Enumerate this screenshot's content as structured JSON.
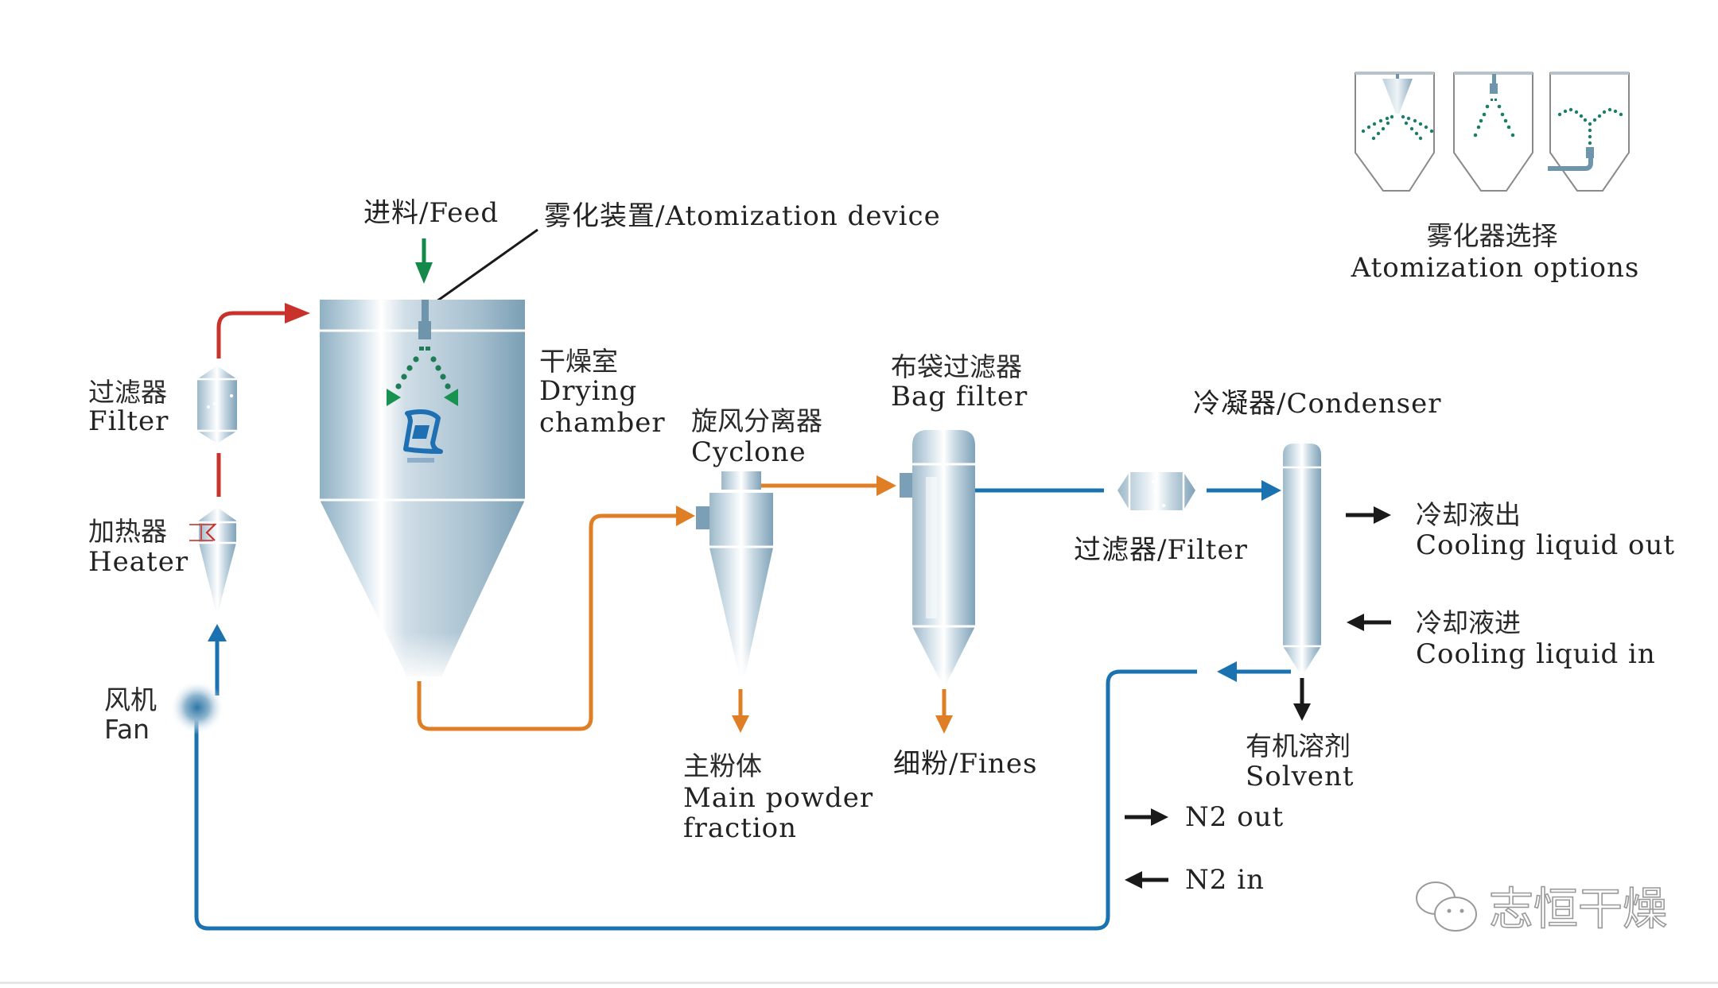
{
  "diagram": {
    "title": "Closed-loop spray drying process",
    "colors": {
      "hot_air": "#c8322b",
      "product_flow": "#e07e26",
      "gas_return": "#1a73b0",
      "feed": "#138a4a",
      "utility": "#1a1a1a",
      "vessel": "#9fb8c8",
      "vessel_dark": "#6f95ad"
    },
    "labels": {
      "feed": "进料/Feed",
      "atomization_device": "雾化装置/Atomization device",
      "drying_chamber_cn": "干燥室",
      "drying_chamber_en_1": "Drying",
      "drying_chamber_en_2": "chamber",
      "filter_cn": "过滤器",
      "filter_en": "Filter",
      "heater_cn": "加热器",
      "heater_en": "Heater",
      "fan_cn": "风机",
      "fan_en": "Fan",
      "cyclone_cn": "旋风分离器",
      "cyclone_en": "Cyclone",
      "bag_filter_cn": "布袋过滤器",
      "bag_filter_en": "Bag filter",
      "main_powder_cn": "主粉体",
      "main_powder_en_1": "Main powder",
      "main_powder_en_2": "fraction",
      "fines": "细粉/Fines",
      "condenser": "冷凝器/Condenser",
      "filter2": "过滤器/Filter",
      "cooling_out_cn": "冷却液出",
      "cooling_out_en": "Cooling liquid out",
      "cooling_in_cn": "冷却液进",
      "cooling_in_en": "Cooling liquid in",
      "solvent_cn": "有机溶剂",
      "solvent_en": "Solvent",
      "n2_out": "N2 out",
      "n2_in": "N2 in",
      "atomization_options_cn": "雾化器选择",
      "atomization_options_en": "Atomization options"
    },
    "atomization_options": [
      {
        "name": "rotary-atomizer"
      },
      {
        "name": "pressure-nozzle"
      },
      {
        "name": "two-fluid-nozzle-bottom"
      }
    ],
    "watermark": {
      "icon": "wechat-icon",
      "text": "志恒干燥"
    }
  }
}
